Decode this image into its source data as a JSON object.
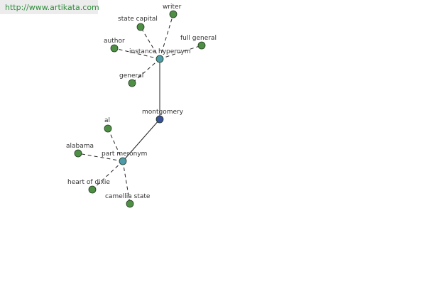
{
  "url_banner": "http://www.artikata.com",
  "colors": {
    "center_node": "#3b4f9a",
    "hub_node": "#4e9aa8",
    "leaf_node": "#4f8f45",
    "banner_text": "#2e8b3a"
  },
  "nodes": {
    "montgomery": {
      "label": "montgomery",
      "kind": "center"
    },
    "instance_hypernym": {
      "label": "instance hypernym",
      "kind": "hub"
    },
    "part_meronym": {
      "label": "part meronym",
      "kind": "hub"
    },
    "writer": {
      "label": "writer",
      "kind": "leaf"
    },
    "state_capital": {
      "label": "state capital",
      "kind": "leaf"
    },
    "full_general": {
      "label": "full general",
      "kind": "leaf"
    },
    "author": {
      "label": "author",
      "kind": "leaf"
    },
    "general": {
      "label": "general",
      "kind": "leaf"
    },
    "al": {
      "label": "al",
      "kind": "leaf"
    },
    "alabama": {
      "label": "alabama",
      "kind": "leaf"
    },
    "heart_of_dixie": {
      "label": "heart of dixie",
      "kind": "leaf"
    },
    "camellia_state": {
      "label": "camellia state",
      "kind": "leaf"
    }
  },
  "edges": [
    {
      "from": "montgomery",
      "to": "instance_hypernym",
      "style": "solid"
    },
    {
      "from": "montgomery",
      "to": "part_meronym",
      "style": "solid"
    },
    {
      "from": "instance_hypernym",
      "to": "writer",
      "style": "dashed"
    },
    {
      "from": "instance_hypernym",
      "to": "state_capital",
      "style": "dashed"
    },
    {
      "from": "instance_hypernym",
      "to": "full_general",
      "style": "dashed"
    },
    {
      "from": "instance_hypernym",
      "to": "author",
      "style": "dashed"
    },
    {
      "from": "instance_hypernym",
      "to": "general",
      "style": "dashed"
    },
    {
      "from": "part_meronym",
      "to": "al",
      "style": "dashed"
    },
    {
      "from": "part_meronym",
      "to": "alabama",
      "style": "dashed"
    },
    {
      "from": "part_meronym",
      "to": "heart_of_dixie",
      "style": "dashed"
    },
    {
      "from": "part_meronym",
      "to": "camellia_state",
      "style": "dashed"
    }
  ]
}
